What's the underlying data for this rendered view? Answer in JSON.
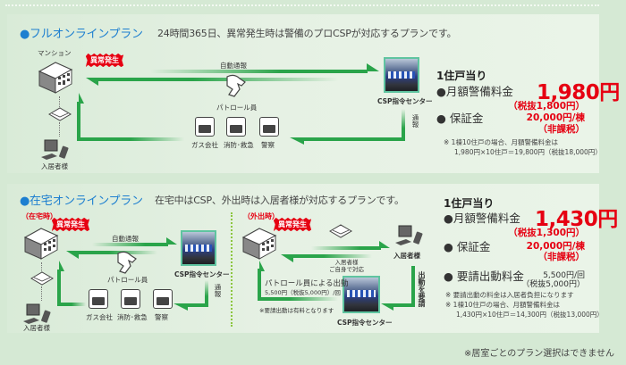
{
  "full_plan": {
    "title": "●フルオンラインプラン",
    "description": "24時間365日、異常発生時は警備のプロCSPが対応するプランです。",
    "diagram": {
      "building_label": "マンション",
      "alarm_label": "異常発生",
      "auto_report_label": "自動通報",
      "patrol_label": "パトロール員",
      "csp_center_label": "CSP指令センター",
      "report_label": "通報",
      "resident_label": "入居者様",
      "services": [
        {
          "label": "ガス会社",
          "icon": "gas-company-icon"
        },
        {
          "label": "消防･救急",
          "icon": "fire-truck-icon"
        },
        {
          "label": "警察",
          "icon": "police-car-icon"
        }
      ]
    },
    "pricing": {
      "per_unit": "1住戸当り",
      "monthly_label": "●月額警備料金",
      "monthly_price": "1,980円",
      "monthly_tax_excl": "（税抜1,800円）",
      "deposit_label": "● 保証金",
      "deposit_price": "20,000円/棟",
      "deposit_tax": "（非課税）",
      "notes": [
        "※ 1棟10住戸の場合、月額警備料金は",
        "1,980円×10住戸＝19,800円（税抜18,000円）"
      ]
    }
  },
  "home_plan": {
    "title": "●在宅オンラインプラン",
    "description": "在宅中はCSP、外出時は入居者様が対応するプランです。",
    "at_home": {
      "tag": "（在宅時）",
      "alarm_label": "異常発生",
      "auto_report_label": "自動通報",
      "patrol_label": "パトロール員",
      "csp_center_label": "CSP指令センター",
      "report_label": "通報",
      "resident_label": "入居者様",
      "services": [
        {
          "label": "ガス会社",
          "icon": "gas-company-icon"
        },
        {
          "label": "消防･救急",
          "icon": "fire-truck-icon"
        },
        {
          "label": "警察",
          "icon": "police-car-icon"
        }
      ]
    },
    "away": {
      "tag": "（外出時）",
      "alarm_label": "異常発生",
      "resident_label": "入居者様",
      "self_response_line1": "入居者様",
      "self_response_line2": "ご自身で対応",
      "request_dispatch_label": "出動を要請",
      "patrol_dispatch_label": "パトロール員による出動",
      "patrol_dispatch_price": "5,500円（税抜5,000円）/回",
      "dispatch_note": "※要請出動は有料となります",
      "csp_center_label": "CSP指令センター"
    },
    "pricing": {
      "per_unit": "1住戸当り",
      "monthly_label": "●月額警備料金",
      "monthly_price": "1,430円",
      "monthly_tax_excl": "（税抜1,300円）",
      "deposit_label": "● 保証金",
      "deposit_price": "20,000円/棟",
      "deposit_tax": "（非課税）",
      "dispatch_label": "● 要請出動料金",
      "dispatch_price": "5,500円/回",
      "dispatch_tax_excl": "（税抜5,000円）",
      "notes": [
        "※ 要請出動の料金は入居者負担になります",
        "※ 1棟10住戸の場合、月額警備料金は",
        "1,430円×10住戸＝14,300円（税抜13,000円）"
      ]
    }
  },
  "footer_note": "※居室ごとのプラン選択はできません",
  "colors": {
    "accent_blue": "#1d7fd0",
    "price_red": "#e60012",
    "arrow_green": "#2aa44a",
    "background": "#d5e9d4"
  }
}
